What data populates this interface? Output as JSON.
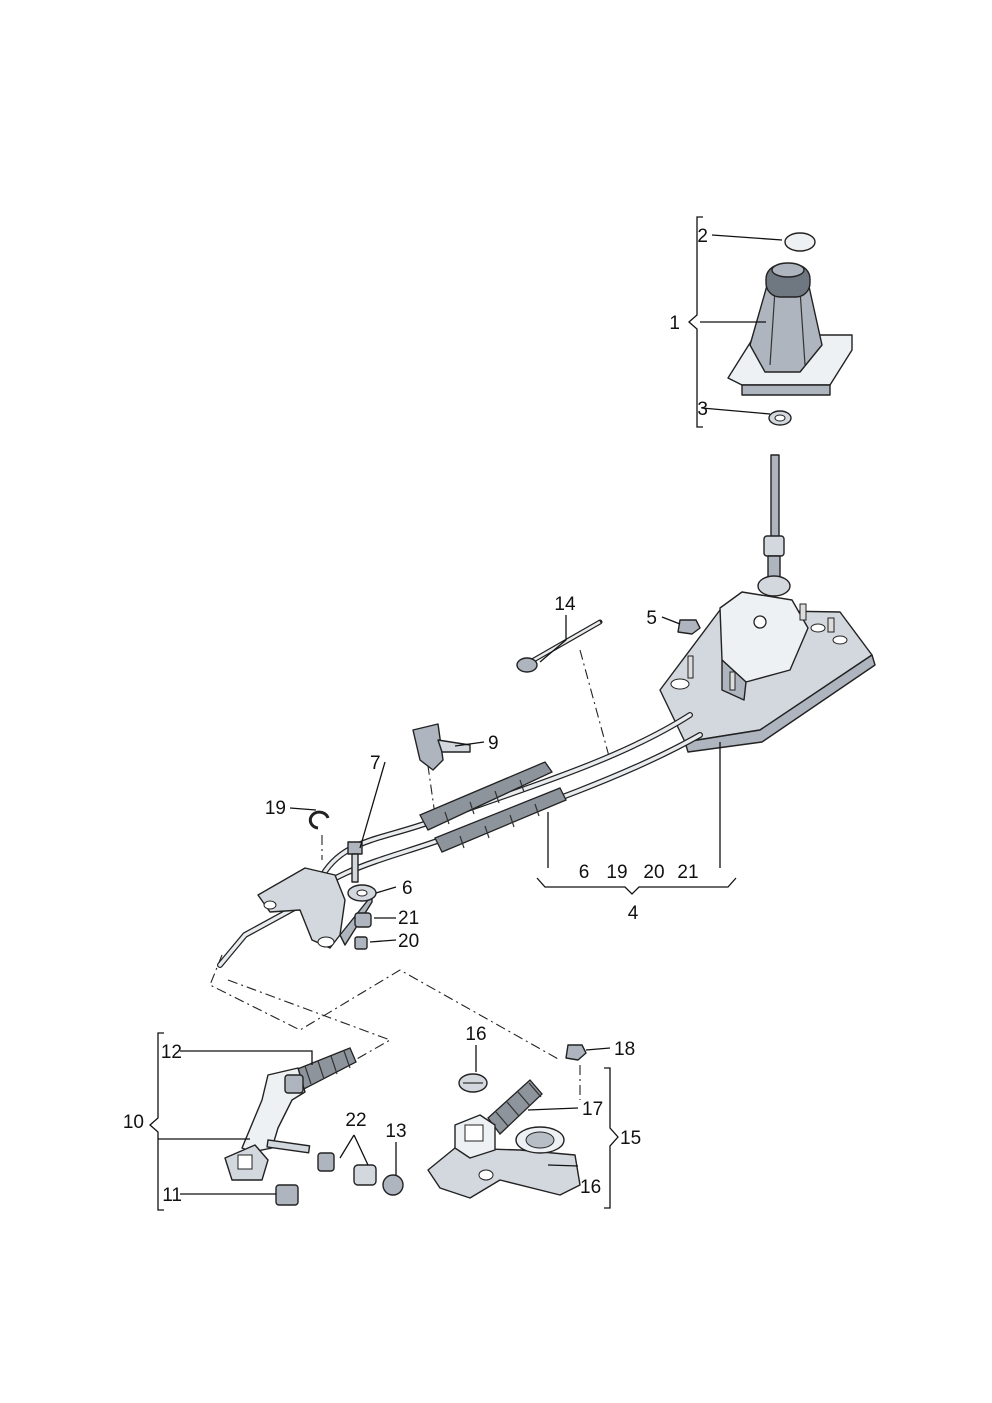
{
  "callouts": {
    "c1": "1",
    "c2": "2",
    "c3": "3",
    "c4": "4",
    "c5": "5",
    "c6a": "6",
    "c6b": "6",
    "c7": "7",
    "c9": "9",
    "c10": "10",
    "c11": "11",
    "c12": "12",
    "c13": "13",
    "c14": "14",
    "c15": "15",
    "c16a": "16",
    "c16b": "16",
    "c17": "17",
    "c18": "18",
    "c19a": "19",
    "c19b": "19",
    "c20a": "20",
    "c20b": "20",
    "c21a": "21",
    "c21b": "21",
    "c22": "22"
  }
}
